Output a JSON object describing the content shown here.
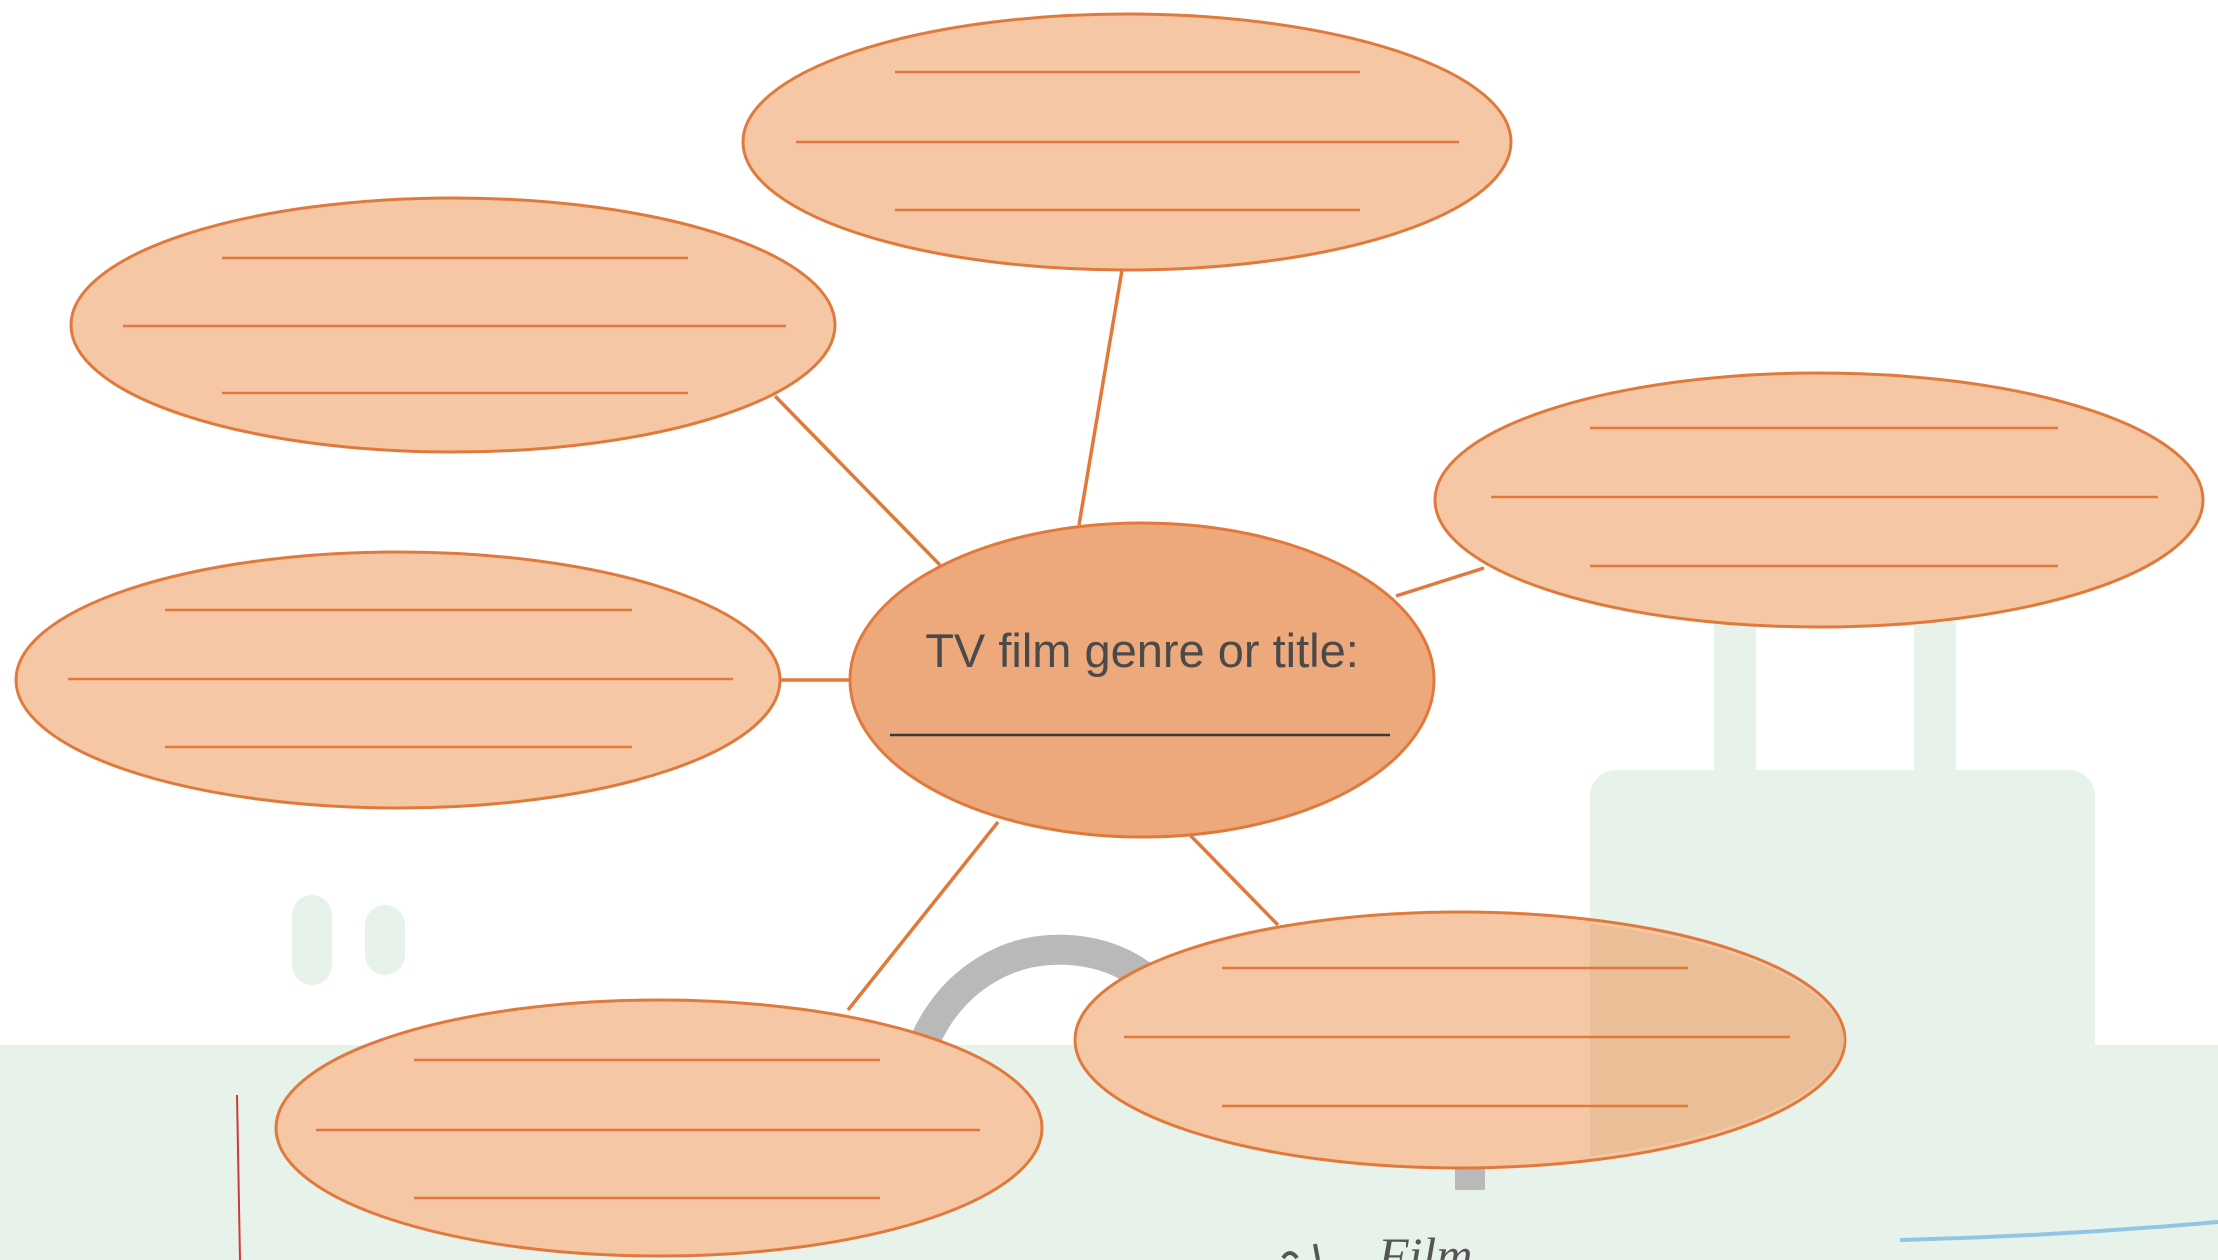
{
  "center": {
    "label": "TV film genre or title:"
  },
  "branches": [
    {
      "id": "top",
      "lines": 3
    },
    {
      "id": "upper-left",
      "lines": 3
    },
    {
      "id": "right",
      "lines": 3
    },
    {
      "id": "left",
      "lines": 3
    },
    {
      "id": "bottom-left",
      "lines": 3
    },
    {
      "id": "bottom-right",
      "lines": 3
    }
  ],
  "footer": {
    "partial_text": "Film"
  },
  "colors": {
    "bubble_fill": "#f5c7a4",
    "bubble_stroke": "#e07a3c",
    "center_fill": "#eda87c",
    "writing_line": "#e2793b",
    "connector": "#e2793b",
    "center_answer_line": "#3a3a3a",
    "watermark_green": "#e7f3ea",
    "watermark_gray": "#b9b9b9"
  }
}
